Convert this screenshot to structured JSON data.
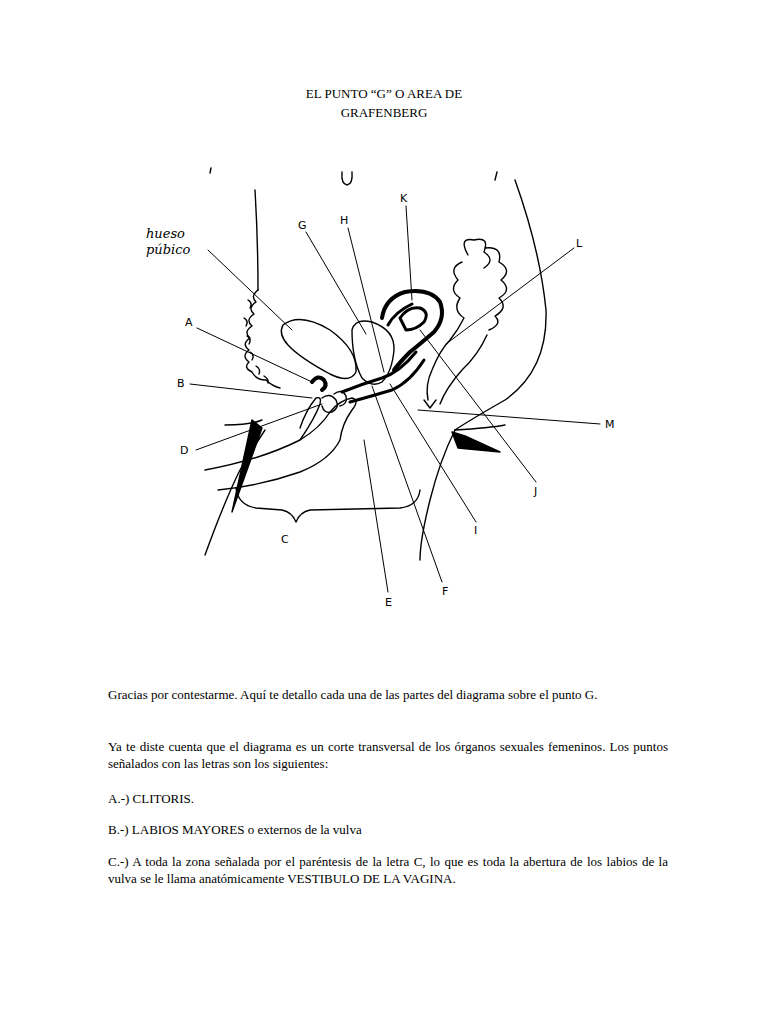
{
  "diagram": {
    "title": "EL PUNTO “G” O AREA DE GRAFENBERG",
    "labels": [
      "hueso púbico",
      "A",
      "B",
      "C",
      "D",
      "E",
      "F",
      "G",
      "H",
      "I",
      "J",
      "K",
      "L",
      "M",
      "Gracias por contestarme. Aquí te detallo cada una de las partes del diagrama sobre el punto G.",
      "Ya te diste cuenta que el diagrama es un corte transversal de los órganos sexuales femeninos. Los puntos señalados con las letras son los siguientes:",
      "A.-) CLITORIS.",
      "B.-) LABIOS MAYORES o externos de la vulva",
      "C.-) A toda la zona señalada por el paréntesis de la letra C, lo que es toda la abertura de los labios de la vulva se le llama anatómicamente VESTIBULO DE LA VAGINA."
    ]
  }
}
